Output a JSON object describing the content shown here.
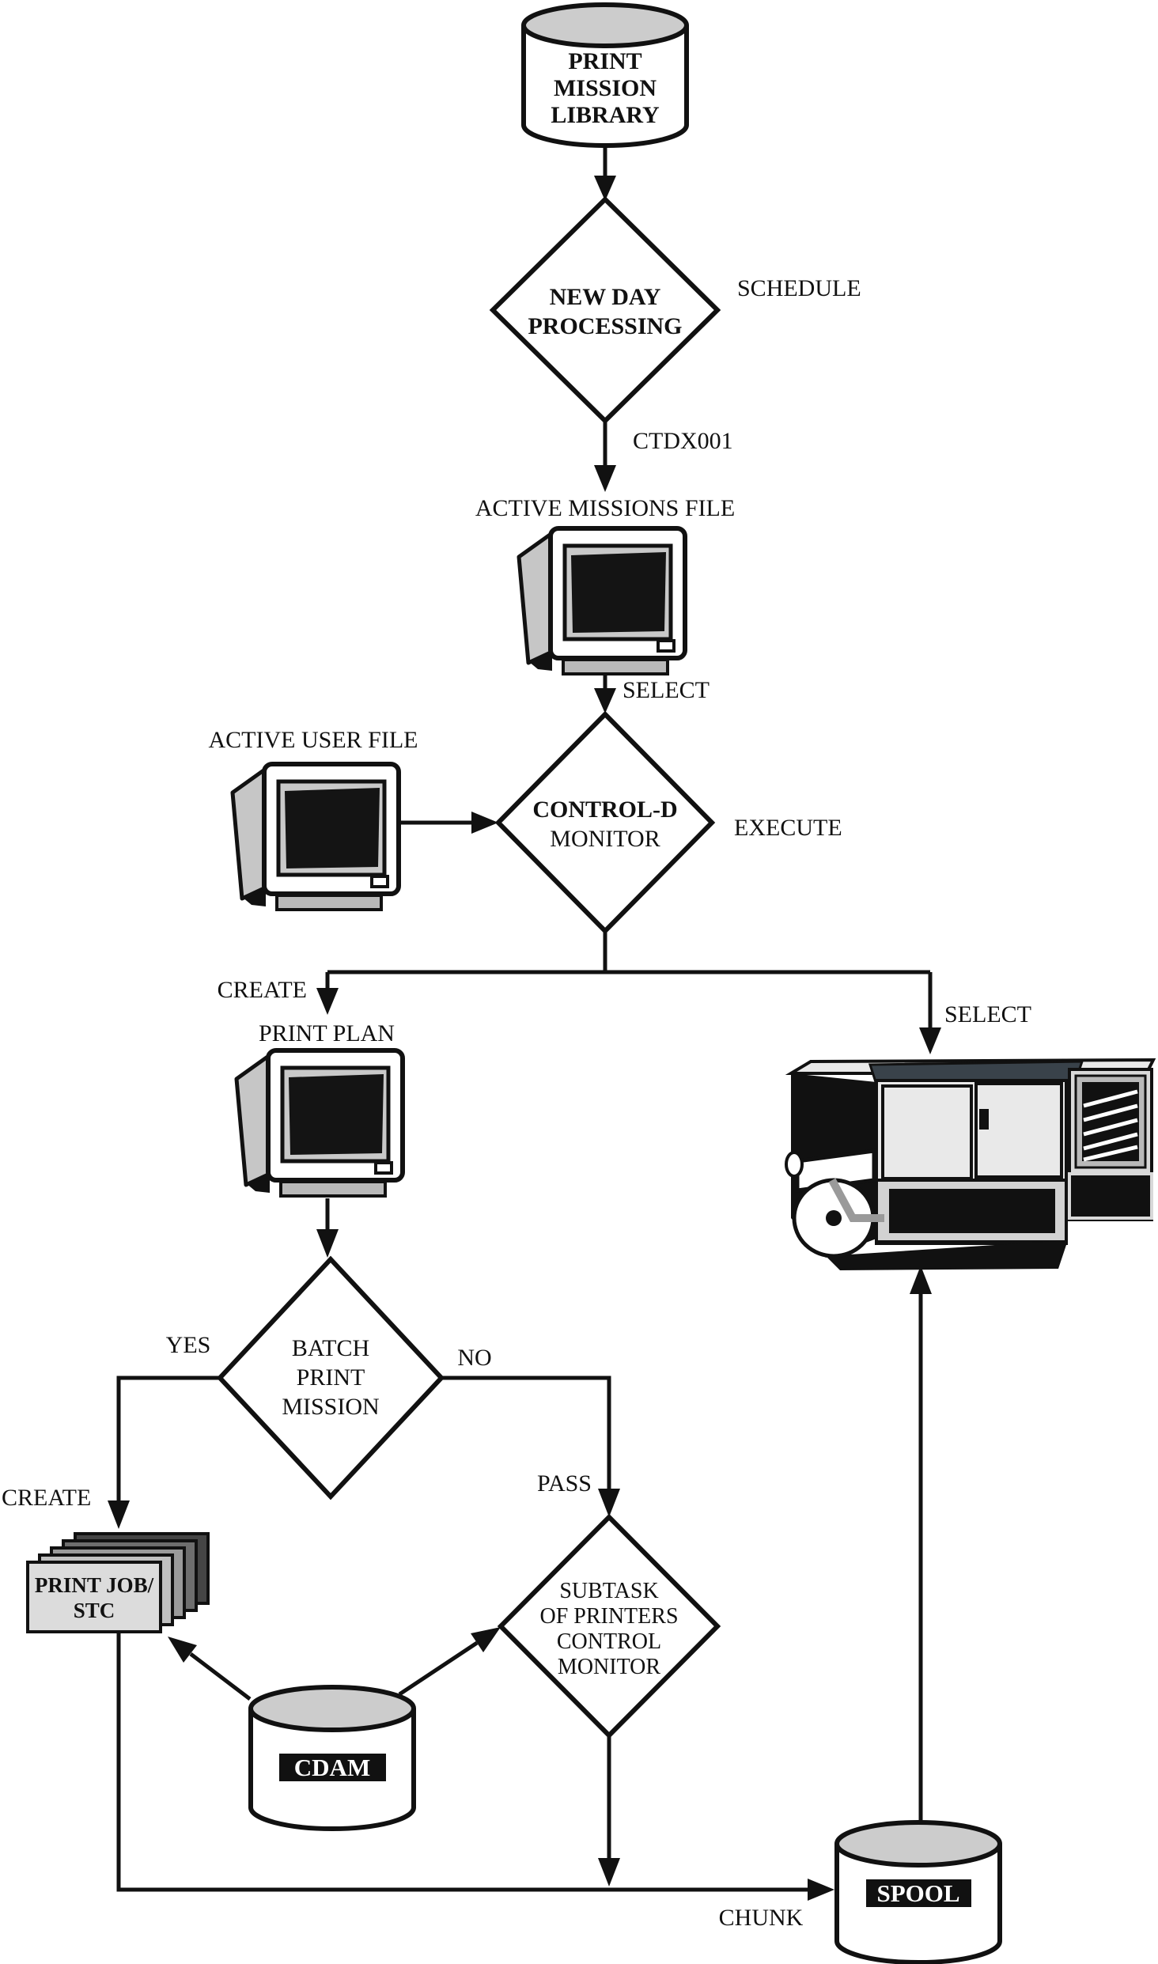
{
  "diagram": {
    "nodes": {
      "print_mission_library": {
        "line1": "PRINT",
        "line2": "MISSION",
        "line3": "LIBRARY"
      },
      "new_day_processing": {
        "line1": "NEW DAY",
        "line2": "PROCESSING"
      },
      "active_missions_file": {
        "label": "ACTIVE MISSIONS FILE"
      },
      "active_user_file": {
        "label": "ACTIVE USER FILE"
      },
      "control_d_monitor": {
        "line1": "CONTROL-D",
        "line2": "MONITOR"
      },
      "print_plan": {
        "label": "PRINT PLAN"
      },
      "batch_print_mission": {
        "line1": "BATCH",
        "line2": "PRINT",
        "line3": "MISSION"
      },
      "print_job_stc": {
        "line1": "PRINT JOB/",
        "line2": "STC"
      },
      "subtask_of_printers": {
        "line1": "SUBTASK",
        "line2": "OF PRINTERS",
        "line3": "CONTROL",
        "line4": "MONITOR"
      },
      "cdam": {
        "label": "CDAM"
      },
      "spool": {
        "label": "SPOOL"
      }
    },
    "edge_labels": {
      "schedule": "SCHEDULE",
      "ctdx001": "CTDX001",
      "select_missions": "SELECT",
      "execute": "EXECUTE",
      "create_print_plan": "CREATE",
      "select_printer": "SELECT",
      "yes": "YES",
      "no": "NO",
      "create_print_job": "CREATE",
      "pass": "PASS",
      "chunk": "CHUNK"
    },
    "colors": {
      "line": "#111111",
      "cylinder_top": "#cccccc",
      "cylinder_body": "#ffffff",
      "label_box": "#111111",
      "label_text": "#ffffff",
      "monitor_gray": "#c6c6c6",
      "screen_black": "#141414",
      "printer_light": "#e9e9e9",
      "printer_dark_strip": "#39424a",
      "page_front": "#dcdcdc"
    }
  }
}
